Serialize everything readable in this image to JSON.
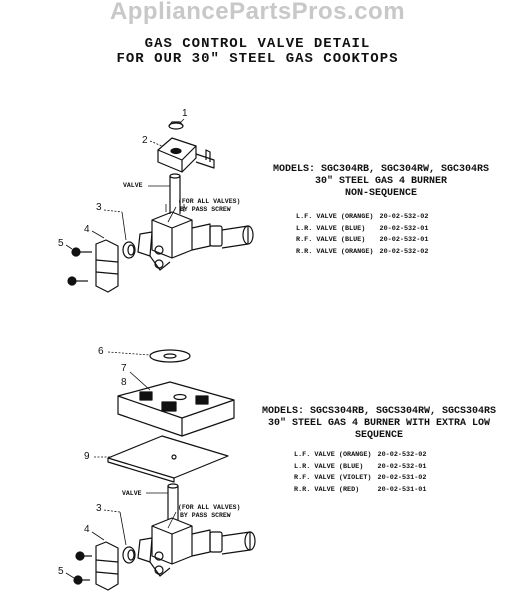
{
  "watermark": "AppliancePartsPros.com",
  "title": {
    "line1": "GAS CONTROL VALVE DETAIL",
    "line2": "FOR OUR 30\" STEEL GAS COOKTOPS"
  },
  "section1": {
    "models": [
      "MODELS: SGC304RB, SGC304RW, SGC304RS",
      "30\" STEEL GAS 4 BURNER",
      "NON-SEQUENCE"
    ],
    "valves": [
      {
        "name": "L.F. VALVE (ORANGE)",
        "part": "20-02-532-02"
      },
      {
        "name": "L.R. VALVE (BLUE)",
        "part": "20-02-532-01"
      },
      {
        "name": "R.F. VALVE (BLUE)",
        "part": "20-02-532-01"
      },
      {
        "name": "R.R. VALVE (ORANGE)",
        "part": "20-02-532-02"
      }
    ],
    "callouts": [
      "1",
      "2",
      "3",
      "4",
      "5"
    ],
    "valve_label": "VALVE",
    "bypass_label": [
      "(FOR ALL VALVES)",
      "BY PASS SCREW"
    ]
  },
  "section2": {
    "models": [
      "MODELS: SGCS304RB, SGCS304RW, SGCS304RS",
      "30\" STEEL GAS 4 BURNER WITH EXTRA LOW",
      "SEQUENCE"
    ],
    "valves": [
      {
        "name": "L.F. VALVE (ORANGE)",
        "part": "20-02-532-02"
      },
      {
        "name": "L.R. VALVE (BLUE)",
        "part": "20-02-532-01"
      },
      {
        "name": "R.F. VALVE (VIOLET)",
        "part": "20-02-531-02"
      },
      {
        "name": "R.R. VALVE (RED)",
        "part": "20-02-531-01"
      }
    ],
    "callouts": [
      "6",
      "7",
      "8",
      "9",
      "3",
      "4",
      "5"
    ],
    "valve_label": "VALVE",
    "bypass_label": [
      "(FOR ALL VALVES)",
      "BY PASS SCREW"
    ]
  }
}
